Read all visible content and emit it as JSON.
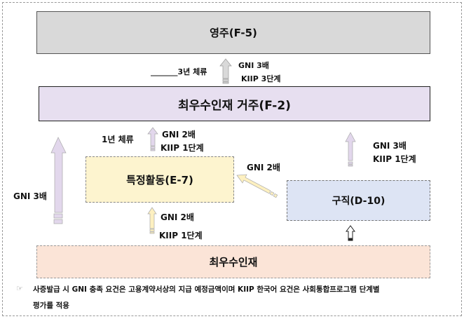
{
  "boxes": {
    "f5": "영주(F-5)",
    "f2": "최우수인재 거주(F-2)",
    "e7": "특정활동(E-7)",
    "d10": "구직(D-10)",
    "talent": "최우수인재"
  },
  "labels": {
    "f5_stay": "_______3년 체류",
    "f5_gni": "GNI  3배",
    "f5_kiip": "KIIP  3단계",
    "e7_stay": "1년 체류",
    "e7_gni": "GNI  2배",
    "e7_kiip": "KIIP  1단계",
    "d10_f2_gni": "GNI  3배",
    "d10_f2_kiip": "KIIP  1단계",
    "d10_e7_gni": "GNI  2배",
    "talent_e7_gni": "GNI  2배",
    "talent_e7_kiip": "KIIP  1단계",
    "talent_f2_gni": "GNI 3배"
  },
  "note": {
    "icon": "pointing-hand-icon",
    "line1": "사증발급 시 GNI 충족 요건은 고용계약서상의 지급 예정금액이며 KIIP 한국어 요건은 사회통합프로그램 단계별",
    "line2": "평가를 적용"
  },
  "colors": {
    "f5": "#d9d9d9",
    "f2": "#e7dff0",
    "e7": "#fdf4cf",
    "d10": "#dde4f4",
    "talent": "#fbe4d7"
  }
}
